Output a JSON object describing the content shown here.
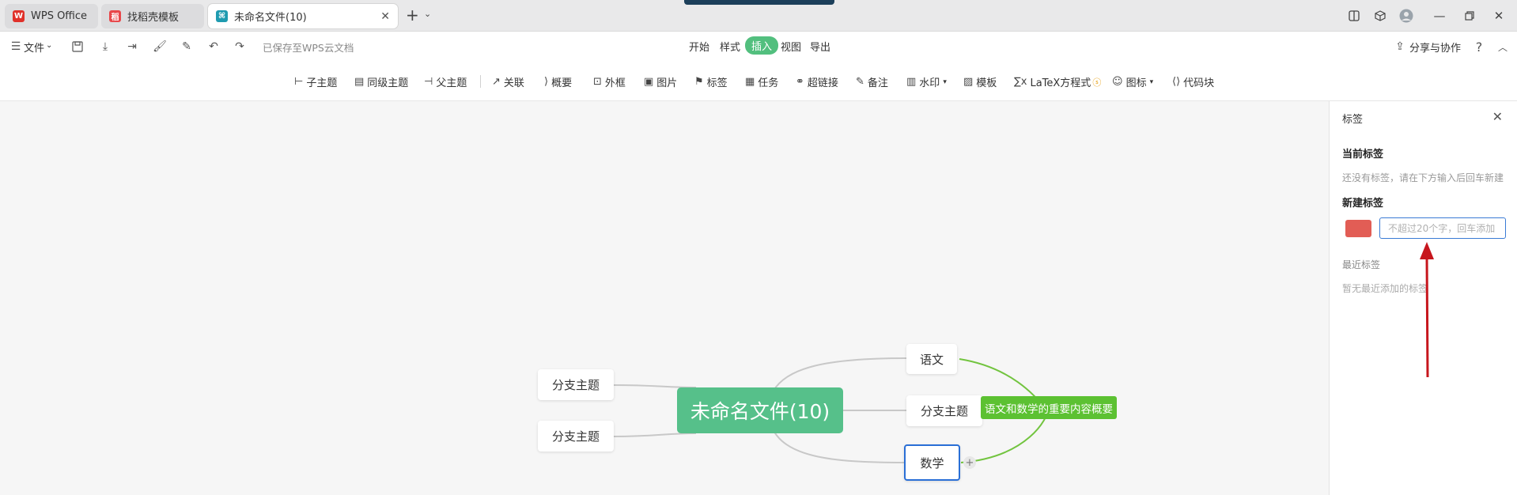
{
  "tabs": [
    {
      "label": "WPS Office",
      "icon": "wps-logo-icon",
      "color": "#e0312a"
    },
    {
      "label": "找稻壳模板",
      "icon": "docer-icon",
      "color": "#e8474a"
    },
    {
      "label": "未命名文件(10)",
      "icon": "mindmap-icon",
      "color": "#1f9bb0"
    }
  ],
  "menubar": {
    "file": "文件",
    "cloud_status": "已保存至WPS云文档",
    "menus": [
      "开始",
      "样式",
      "插入",
      "视图",
      "导出"
    ],
    "active_menu": "插入",
    "share": "分享与协作",
    "help": "?"
  },
  "toolbar": [
    {
      "label": "子主题",
      "icon": "subtopic-icon"
    },
    {
      "label": "同级主题",
      "icon": "sibling-topic-icon"
    },
    {
      "label": "父主题",
      "icon": "parent-topic-icon"
    },
    {
      "label": "关联",
      "icon": "relation-icon"
    },
    {
      "label": "概要",
      "icon": "summary-icon"
    },
    {
      "label": "外框",
      "icon": "boundary-icon"
    },
    {
      "label": "图片",
      "icon": "image-icon"
    },
    {
      "label": "标签",
      "icon": "tag-icon"
    },
    {
      "label": "任务",
      "icon": "task-icon"
    },
    {
      "label": "超链接",
      "icon": "link-icon"
    },
    {
      "label": "备注",
      "icon": "note-icon"
    },
    {
      "label": "水印",
      "icon": "watermark-icon"
    },
    {
      "label": "模板",
      "icon": "template-icon"
    },
    {
      "label": "LaTeX方程式",
      "icon": "latex-icon"
    },
    {
      "label": "图标",
      "icon": "emoji-icon"
    },
    {
      "label": "代码块",
      "icon": "code-block-icon"
    }
  ],
  "mindmap": {
    "root": "未命名文件(10)",
    "left": [
      "分支主题",
      "分支主题"
    ],
    "right": [
      "语文",
      "分支主题",
      "数学"
    ],
    "summary": "语文和数学的重要内容概要",
    "colors": {
      "root": "#56c08a",
      "summary": "#5cc132",
      "selected_border": "#2a6fd6"
    }
  },
  "panel": {
    "title": "标签",
    "current_heading": "当前标签",
    "current_empty": "还没有标签，请在下方输入后回车新建",
    "new_heading": "新建标签",
    "new_placeholder": "不超过20个字，回车添加",
    "swatch_color": "#e25d55",
    "recent_heading": "最近标签",
    "recent_empty": "暂无最近添加的标签"
  }
}
